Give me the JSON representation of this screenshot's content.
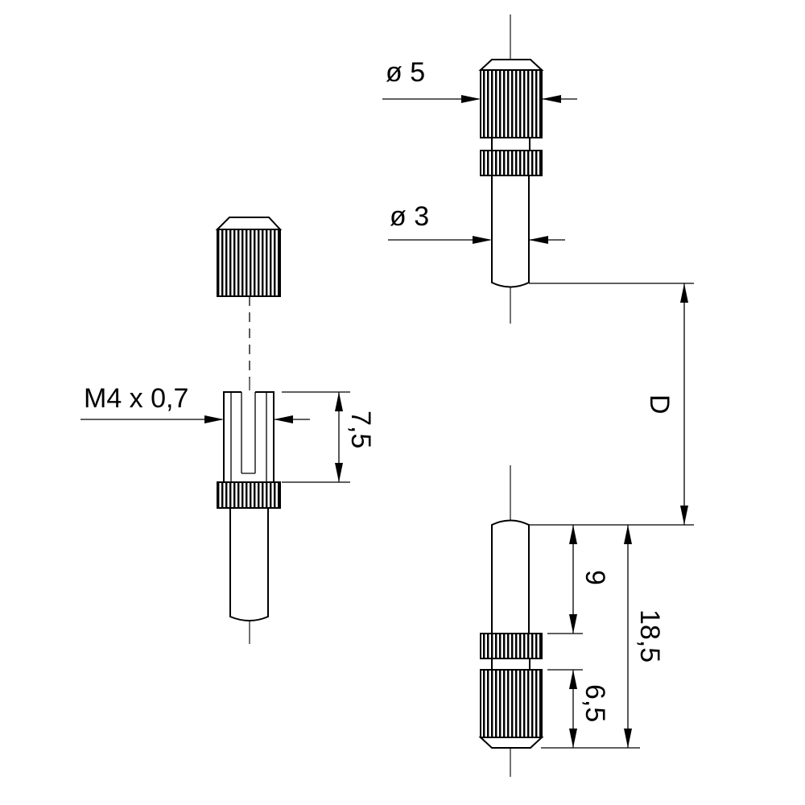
{
  "labels": {
    "dia_outer": "ø 5",
    "dia_pin": "ø 3",
    "thread": "M4 x 0,7",
    "slot_length": "7,5",
    "distance": "D",
    "pin_length": "9",
    "total_length": "18,5",
    "knob_length": "6,5"
  }
}
